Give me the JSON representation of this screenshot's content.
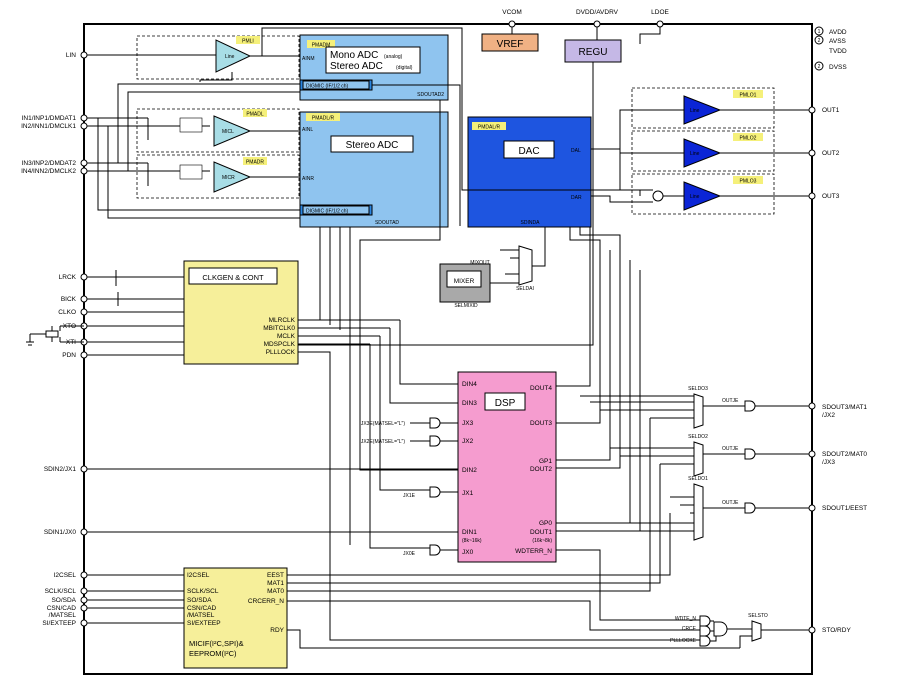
{
  "top_pins": {
    "vcom": "VCOM",
    "dvdd": "DVDD/AVDRV",
    "ldoe": "LDOE"
  },
  "right_top_pins": {
    "n1": "1",
    "avdd": "AVDD",
    "n2": "2",
    "avss": "AVSS",
    "tvdd": "TVDD",
    "n3": "2",
    "dvss": "DVSS"
  },
  "left_pins": {
    "lin": "LIN",
    "in1a": "IN1/INP1/DMDAT1",
    "in1b": "IN2/INN1/DMCLK1",
    "in3a": "IN3/INP2/DMDAT2",
    "in3b": "IN4/INN2/DMCLK2",
    "lrck": "LRCK",
    "bick": "BICK",
    "clko": "CLKO",
    "xto": "XTO",
    "xti": "XTI",
    "pdn": "PDN",
    "sdin2": "SDIN2/JX1",
    "sdin1": "SDIN1/JX0",
    "i2csel": "I2CSEL",
    "sclk": "SCLK/SCL",
    "sosda": "SO/SDA",
    "csn": "CSN/CAD",
    "matsel": "/MATSEL",
    "si": "SI/EXTEEP"
  },
  "right_pins": {
    "out1": "OUT1",
    "out2": "OUT2",
    "out3": "OUT3",
    "sdout3": "SDOUT3/MAT1",
    "jx2": "/JX2",
    "sdout2": "SDOUT2/MAT0",
    "jx3": "/JX3",
    "sdout1": "SDOUT1/EEST",
    "sto": "STO/RDY"
  },
  "blocks": {
    "vref": "VREF",
    "regu": "REGU",
    "pmadm": "PMADM",
    "mono_adc": "Mono ADC",
    "mono_sub": "(analog)",
    "stereo_adc_top": "Stereo ADC",
    "stereo_sub": "(digital)",
    "ainm": "AINM",
    "sdoutad2": "SDOUTAD2",
    "pmadlr": "PMADL/R",
    "stereo_adc": "Stereo ADC",
    "ainl": "AINL",
    "ainr": "AINR",
    "sdoutad": "SDOUTAD",
    "digmic": "DIGMIC (IF/1/2 ch)",
    "pmdalr": "PMDAL/R",
    "dac": "DAC",
    "dal": "DAL",
    "dar": "DAR",
    "sdinda": "SDINDA",
    "pmli": "PMLI",
    "line": "Line",
    "pmadl": "PMADL",
    "micl": "MICL",
    "pmadr": "PMADR",
    "micr": "MICR",
    "pmlo1": "PMLO1",
    "pmlo2": "PMLO2",
    "pmlo3": "PMLO3",
    "clkgen": "CLKGEN & CONT",
    "mlrclk": "MLRCLK",
    "mbitclk": "MBITCLK0",
    "mclk": "MCLK",
    "mdspclk": "MDSPCLK",
    "pllock": "PLLLOCK",
    "mixer": "MIXER",
    "mixout": "MIXOUT",
    "seldai": "SELDAI",
    "selmix": "SELMIXID",
    "dsp": "DSP",
    "din4": "DIN4",
    "din3": "DIN3",
    "jx3": "JX3",
    "jx2": "JX2",
    "din2": "DIN2",
    "jx1": "JX1",
    "din1": "DIN1",
    "din1_sub": "(8k~16k)",
    "jx0": "JX0",
    "dout4": "DOUT4",
    "dout3": "DOUT3",
    "gp1": "GP1",
    "dout2": "DOUT2",
    "gp0": "GP0",
    "dout1": "DOUT1",
    "dout1_sub": "(16k~8k)",
    "wdterr": "WDTERR_N",
    "micif_i2csel": "I2CSEL",
    "micif_sclk": "SCLK/SCL",
    "micif_so": "SO/SDA",
    "micif_csn": "CSN/CAD",
    "micif_matsel": "/MATSEL",
    "micif_si": "SI/EXTEEP",
    "eest": "EEST",
    "mat1": "MAT1",
    "mat0": "MAT0",
    "crcerr": "CRCERR_N",
    "rdy": "RDY",
    "micif_title1": "MICIF(I²C,SPI)&",
    "micif_title2": "EEPROM(I²C)",
    "seldo3": "SELDO3",
    "seldo2": "SELDO2",
    "seldo1": "SELDO1",
    "outje": "OUTJE",
    "selsto": "SELSTO",
    "jx3e": "JX3E(MATSEL=\"L\")",
    "jx2e": "JX2E(MATSEL=\"L\")",
    "jx1e": "JX1E",
    "jx0e": "JX0E",
    "wdte": "WDTE_N",
    "crce": "CRCE",
    "pllocke": "PLLLOCKE"
  },
  "colors": {
    "adc_blue": "#8fc4ef",
    "dac_blue": "#1e55e0",
    "dsp_pink": "#f59ccf",
    "clk_yellow": "#f6ef9a",
    "label_yellow": "#f5f07a",
    "mixer_gray": "#a9a9a9",
    "vref_orange": "#f0b184",
    "regu_purple": "#c5b8e6",
    "amp_blue": "#0b25d6",
    "mic_teal": "#a8dde6"
  }
}
